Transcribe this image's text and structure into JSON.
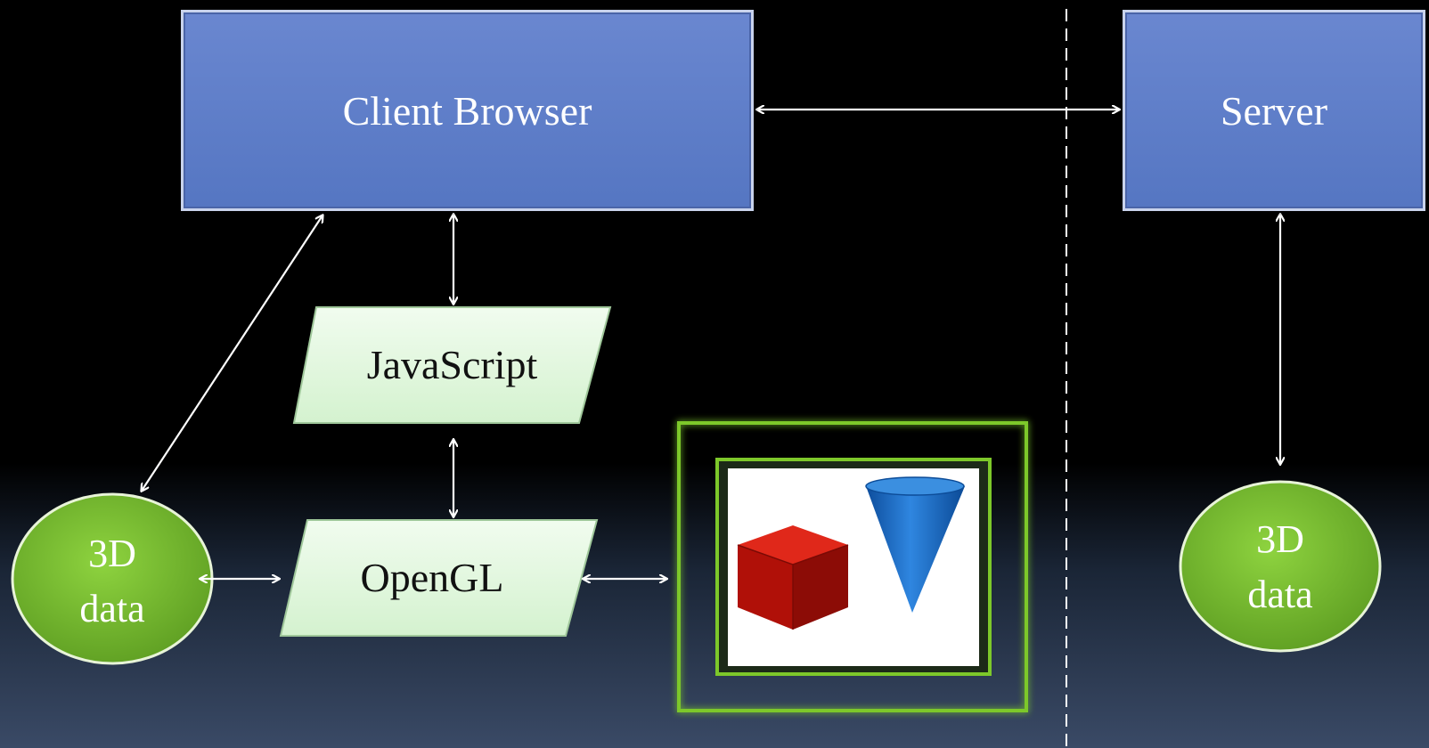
{
  "client": {
    "label": "Client Browser"
  },
  "server": {
    "label": "Server"
  },
  "javascript": {
    "label": "JavaScript"
  },
  "opengl": {
    "label": "OpenGL"
  },
  "data_left": {
    "line1": "3D",
    "line2": "data"
  },
  "data_right": {
    "line1": "3D",
    "line2": "data"
  },
  "colors": {
    "box_blue": "#5b7bc7",
    "parallelogram_green": "#e2f8e0",
    "ellipse_green": "#7cc432",
    "frame_green": "#7dc82a",
    "cube_red": "#c0150a",
    "cone_blue": "#1f6cc4",
    "arrow_white": "#ffffff"
  },
  "icons": [
    "red-cube-icon",
    "blue-cone-icon"
  ]
}
